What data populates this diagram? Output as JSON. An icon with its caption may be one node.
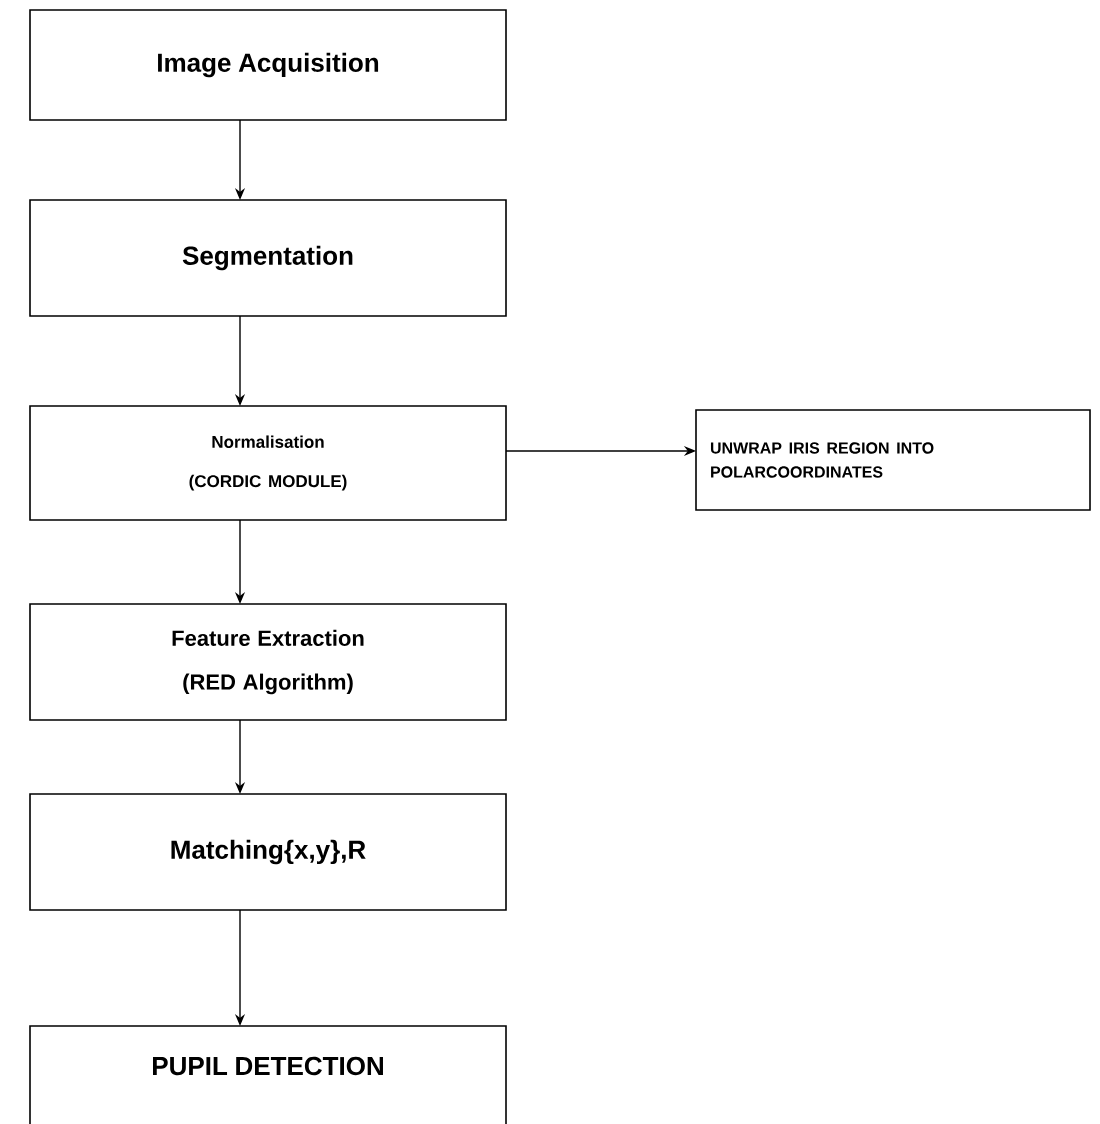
{
  "diagram": {
    "nodes": [
      {
        "text": [
          "Image Acquisition"
        ]
      },
      {
        "text": [
          "Segmentation"
        ]
      },
      {
        "text": [
          "Normalisation",
          "(CORDIC MODULE)"
        ]
      },
      {
        "text": [
          "UNWRAP IRIS REGION INTO POLARCOORDINATES"
        ]
      },
      {
        "text": [
          "Feature Extraction",
          "(RED Algorithm)"
        ]
      },
      {
        "text": [
          "Matching{x,y},R"
        ]
      },
      {
        "text": [
          "PUPIL DETECTION"
        ]
      }
    ],
    "edges": [
      {
        "from": 0,
        "to": 1,
        "arrow": "to"
      },
      {
        "from": 1,
        "to": 2,
        "arrow": "to"
      },
      {
        "from": 2,
        "to": 3,
        "arrow": "to"
      },
      {
        "from": 2,
        "to": 4,
        "arrow": "to"
      },
      {
        "from": 4,
        "to": 5,
        "arrow": "to"
      },
      {
        "from": 5,
        "to": 6,
        "arrow": "to"
      }
    ]
  }
}
